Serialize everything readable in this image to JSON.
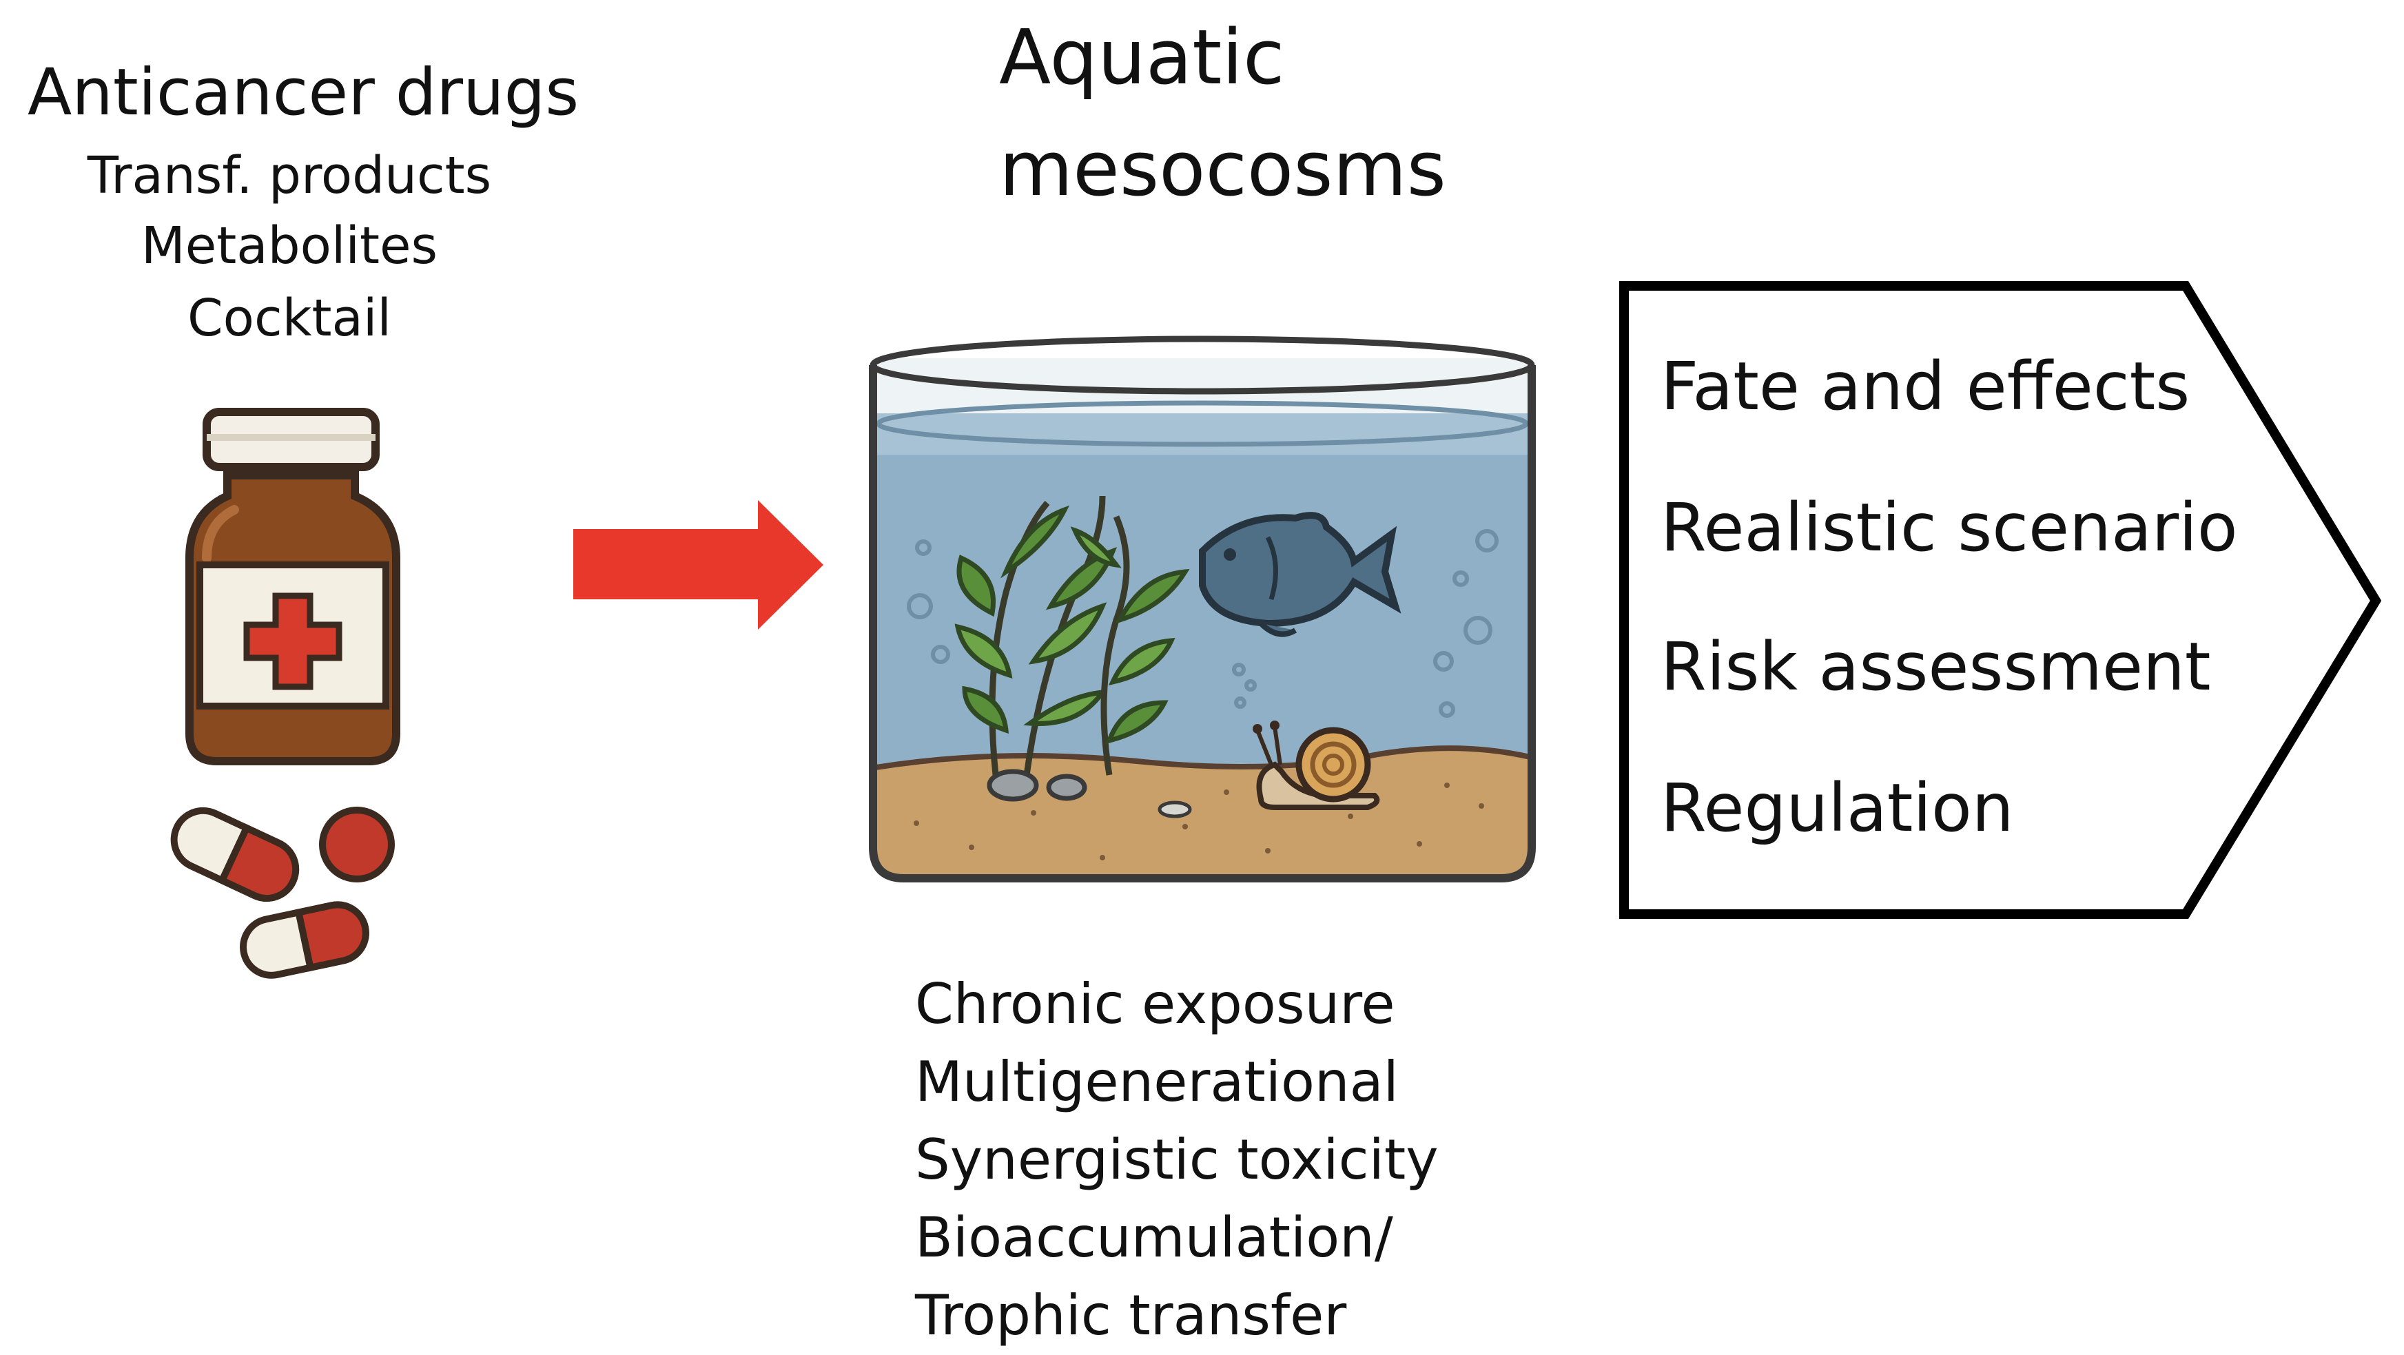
{
  "left": {
    "title": "Anticancer drugs",
    "items": [
      "Transf. products",
      "Metabolites",
      "Cocktail"
    ]
  },
  "center": {
    "title_line1": "Aquatic",
    "title_line2": "mesocosms",
    "items": [
      "Chronic exposure",
      "Multigenerational",
      "Synergistic toxicity",
      "Bioaccumulation/",
      "Trophic transfer"
    ]
  },
  "outcome_box": {
    "items": [
      "Fate and effects",
      "Realistic scenario",
      "Risk assessment",
      "Regulation"
    ]
  },
  "colors": {
    "arrow": "#e8382b",
    "bottle_glass": "#8a4a1f",
    "water": "#8fb0c6",
    "sand": "#c9a06a",
    "plant": "#5a8f3a",
    "fish": "#4f6f86",
    "pill_red": "#c0392b"
  },
  "icons": [
    "medicine-bottle-icon",
    "capsule-icon",
    "tablet-icon",
    "fish-icon",
    "snail-icon",
    "aquatic-plant-icon"
  ]
}
